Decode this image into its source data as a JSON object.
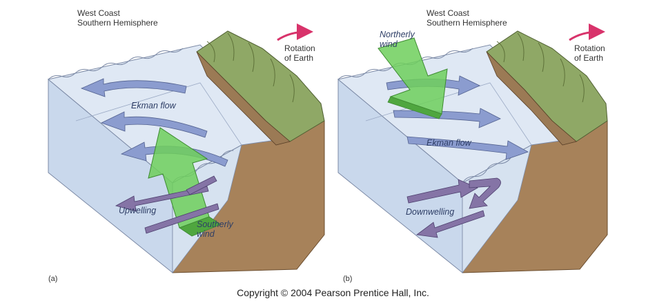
{
  "panel_a": {
    "heading_line1": "West Coast",
    "heading_line2": "Southern Hemisphere",
    "rotation_line1": "Rotation",
    "rotation_line2": "of Earth",
    "ekman": "Ekman flow",
    "wind_line1": "Southerly",
    "wind_line2": "wind",
    "vertical": "Upwelling",
    "panel_letter": "(a)"
  },
  "panel_b": {
    "heading_line1": "West Coast",
    "heading_line2": "Southern Hemisphere",
    "rotation_line1": "Rotation",
    "rotation_line2": "of Earth",
    "ekman": "Ekman flow",
    "wind_line1": "Northerly",
    "wind_line2": "wind",
    "vertical": "Downwelling",
    "panel_letter": "(b)"
  },
  "copyright": "Copyright © 2004 Pearson Prentice Hall, Inc.",
  "colors": {
    "water_surface": "#dfe8f4",
    "water_side": "#c9d8ec",
    "seafloor": "#a7825a",
    "cliff": "#8fa866",
    "wind_arrow": "#6fcf5c",
    "flow_arrow": "#8b9ccf",
    "vertical_arrow": "#8574a6",
    "rotation_arrow": "#d8336b"
  }
}
